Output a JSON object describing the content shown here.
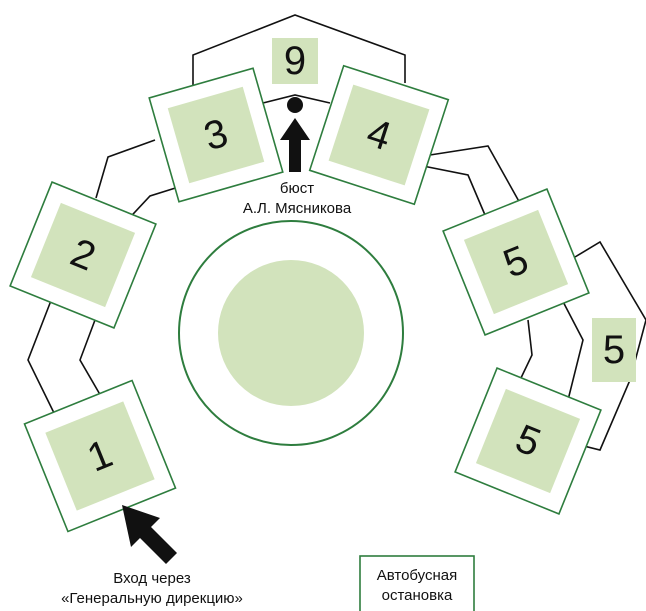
{
  "colors": {
    "pavilion_fill": "#d2e3bc",
    "pavilion_border": "#2e7d3e",
    "pond_fill": "#d2e3bc",
    "ring_stroke": "#2e7d3e",
    "line": "#111111",
    "arrow": "#111111"
  },
  "pavilions": [
    {
      "label": "1"
    },
    {
      "label": "2"
    },
    {
      "label": "3"
    },
    {
      "label": "4"
    },
    {
      "label": "5"
    },
    {
      "label": "5"
    },
    {
      "label": "9"
    },
    {
      "label": "5"
    }
  ],
  "bust": {
    "line1": "бюст",
    "line2": "А.Л. Мясникова"
  },
  "entrance": {
    "line1": "Вход через",
    "line2": "«Генеральную дирекцию»"
  },
  "bus_stop": {
    "line1": "Автобусная",
    "line2": "остановка"
  }
}
